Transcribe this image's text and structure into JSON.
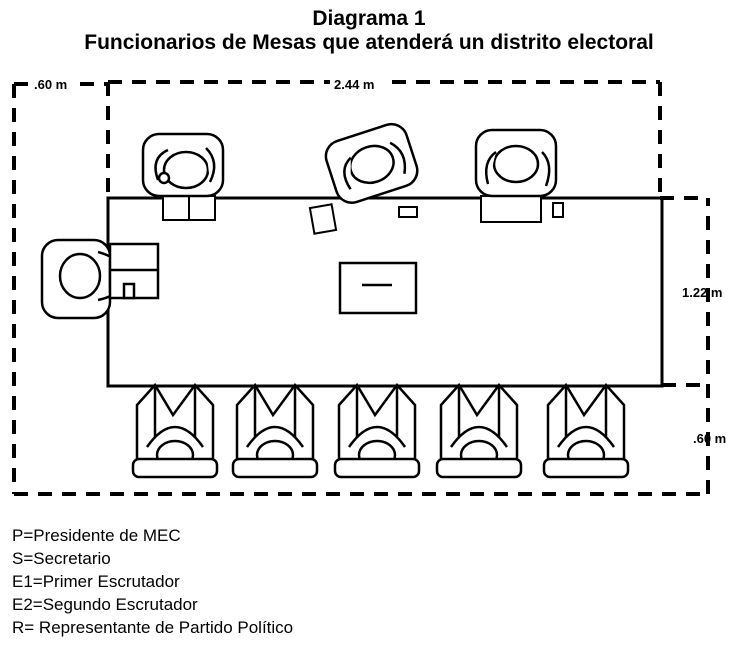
{
  "title": "Diagrama 1",
  "subtitle": "Funcionarios de Mesas que atenderá un distrito electoral",
  "dimensions": {
    "top_left": ".60 m",
    "top_width": "2.44 m",
    "right_height": "1.22 m",
    "right_bottom": ".60 m"
  },
  "legend": [
    "P=Presidente de MEC",
    "S=Secretario",
    "E1=Primer Escrutador",
    "E2=Segundo Escrutador",
    "R= Representante de Partido Político"
  ]
}
